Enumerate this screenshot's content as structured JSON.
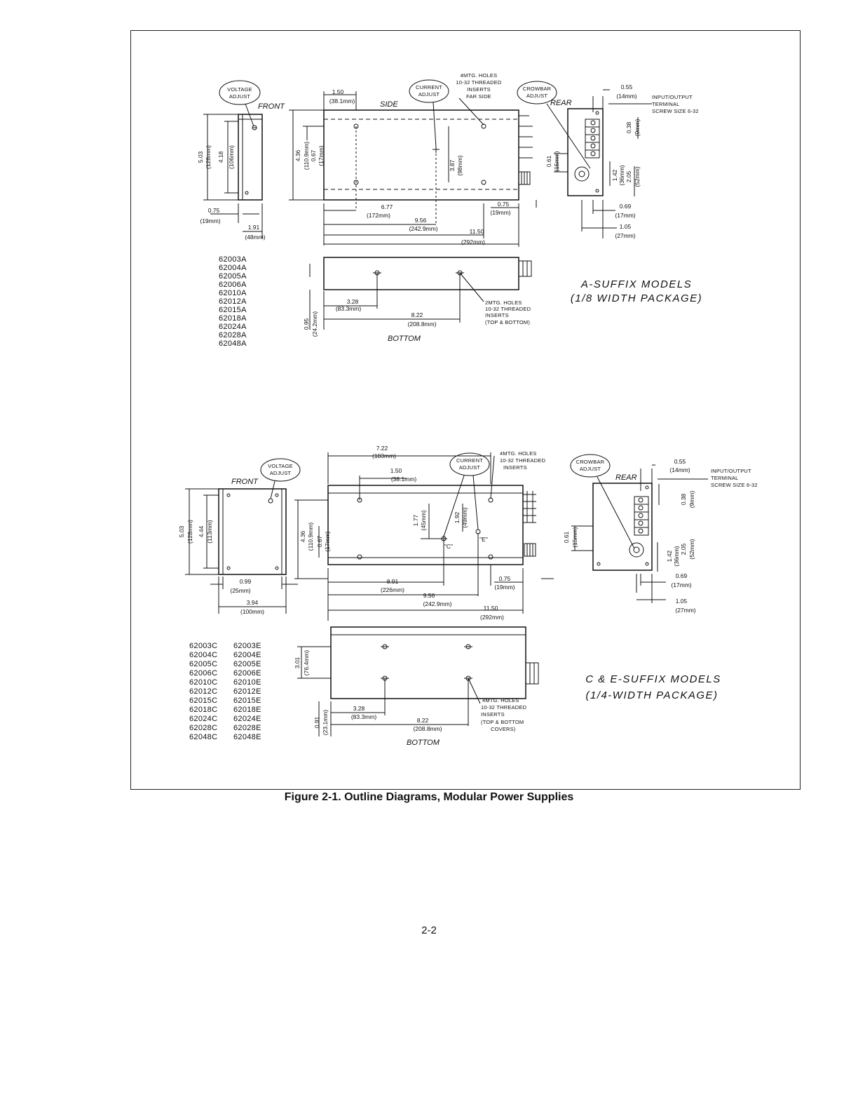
{
  "figure_caption": "Figure 2-1. Outline Diagrams, Modular Power Supplies",
  "page_number": "2-2",
  "a_suffix": {
    "title_line1": "A-SUFFIX MODELS",
    "title_line2": "(1/8 WIDTH PACKAGE)",
    "views": {
      "front": "FRONT",
      "side": "SIDE",
      "rear": "REAR",
      "bottom": "BOTTOM"
    },
    "callouts": {
      "voltage_1": "VOLTAGE",
      "voltage_2": "ADJUST",
      "current_1": "CURRENT",
      "current_2": "ADJUST",
      "crowbar_1": "CROWBAR",
      "crowbar_2": "ADJUST"
    },
    "side_holes": [
      "4MTG. HOLES",
      "10-32 THREADED",
      "INSERTS",
      "FAR SIDE"
    ],
    "terminal": [
      "INPUT/OUTPUT",
      "TERMINAL",
      "SCREW SIZE 6-32"
    ],
    "bottom_holes": [
      "2MTG. HOLES",
      "10-32 THREADED",
      "INSERTS",
      "(TOP & BOTTOM)"
    ],
    "dims": {
      "d503": "5.03",
      "d503mm": "(128mm)",
      "d418": "4.18",
      "d418mm": "(106mm)",
      "d075": "0.75",
      "d075mm": "(19mm)",
      "d191": "1.91",
      "d191mm": "(48mm)",
      "d150": "1.50",
      "d150mm": "(38.1mm)",
      "d436": "4.36",
      "d436mm": "(110.9mm)",
      "d067": "0.67",
      "d067mm": "(17mm)",
      "d387": "3.87",
      "d387mm": "(98mm)",
      "d677": "6.77",
      "d677mm": "(172mm)",
      "d956": "9.56",
      "d956mm": "(242.9mm)",
      "d1150": "11.50",
      "d1150mm": "(292mm)",
      "d075b": "0.75",
      "d075bmm": "(19mm)",
      "d055": "0.55",
      "d055mm": "(14mm)",
      "d038": "0.38",
      "d038mm": "(9mm)",
      "d061": "0.61",
      "d061mm": "(15mm)",
      "d142": "1.42",
      "d142mm": "(36mm)",
      "d205": "2.05",
      "d205mm": "(52mm)",
      "d069": "0.69",
      "d069mm": "(17mm)",
      "d105": "1.05",
      "d105mm": "(27mm)",
      "d328": "3.28",
      "d328mm": "(83.3mm)",
      "d095": "0.95",
      "d095mm": "(24.2mm)",
      "d822": "8.22",
      "d822mm": "(208.8mm)"
    },
    "models": [
      "62003A",
      "62004A",
      "62005A",
      "62006A",
      "62010A",
      "62012A",
      "62015A",
      "62018A",
      "62024A",
      "62028A",
      "62048A"
    ]
  },
  "ce_suffix": {
    "title_line1": "C & E-SUFFIX MODELS",
    "title_line2": "(1/4-WIDTH PACKAGE)",
    "views": {
      "front": "FRONT",
      "rear": "REAR",
      "bottom": "BOTTOM"
    },
    "callouts": {
      "voltage_1": "VOLTAGE",
      "voltage_2": "ADJUST",
      "current_1": "CURRENT",
      "current_2": "ADJUST",
      "crowbar_1": "CROWBAR",
      "crowbar_2": "ADJUST"
    },
    "side_holes": [
      "4MTG. HOLES",
      "10-32 THREADED",
      "INSERTS"
    ],
    "terminal": [
      "INPUT/OUTPUT",
      "TERMINAL",
      "SCREW SIZE 6-32"
    ],
    "bottom_holes": [
      "4MTG. HOLES",
      "10-32 THREADED",
      "INSERTS",
      "(TOP & BOTTOM",
      "COVERS)"
    ],
    "marks": {
      "c": "\"C\"",
      "e": "\"E\""
    },
    "dims": {
      "d722": "7.22",
      "d722mm": "(183mm)",
      "d150": "1.50",
      "d150mm": "(38.1mm)",
      "d503": "5.03",
      "d503mm": "(128mm)",
      "d444": "4.44",
      "d444mm": "(113mm)",
      "d099": "0.99",
      "d099mm": "(25mm)",
      "d394": "3.94",
      "d394mm": "(100mm)",
      "d436": "4.36",
      "d436mm": "(110.9mm)",
      "d067": "0.67",
      "d067mm": "(17mm)",
      "d177": "1.77",
      "d177mm": "(45mm)",
      "d192": "1.92",
      "d192mm": "(49mm)",
      "d891": "8.91",
      "d891mm": "(226mm)",
      "d956": "9.56",
      "d956mm": "(242.9mm)",
      "d1150": "11.50",
      "d1150mm": "(292mm)",
      "d075": "0.75",
      "d075mm": "(19mm)",
      "d055": "0.55",
      "d055mm": "(14mm)",
      "d038": "0.38",
      "d038mm": "(9mm)",
      "d061": "0.61",
      "d061mm": "(15mm)",
      "d142": "1.42",
      "d142mm": "(36mm)",
      "d205": "2.05",
      "d205mm": "(52mm)",
      "d069": "0.69",
      "d069mm": "(17mm)",
      "d105": "1.05",
      "d105mm": "(27mm)",
      "d301": "3.01",
      "d301mm": "(76.4mm)",
      "d328": "3.28",
      "d328mm": "(83.3mm)",
      "d091": "0.91",
      "d091mm": "(23.1mm)",
      "d822": "8.22",
      "d822mm": "(208.8mm)"
    },
    "models_c": [
      "62003C",
      "62004C",
      "62005C",
      "62006C",
      "62010C",
      "62012C",
      "62015C",
      "62018C",
      "62024C",
      "62028C",
      "62048C"
    ],
    "models_e": [
      "62003E",
      "62004E",
      "62005E",
      "62006E",
      "62010E",
      "62012E",
      "62015E",
      "62018E",
      "62024E",
      "62028E",
      "62048E"
    ]
  }
}
